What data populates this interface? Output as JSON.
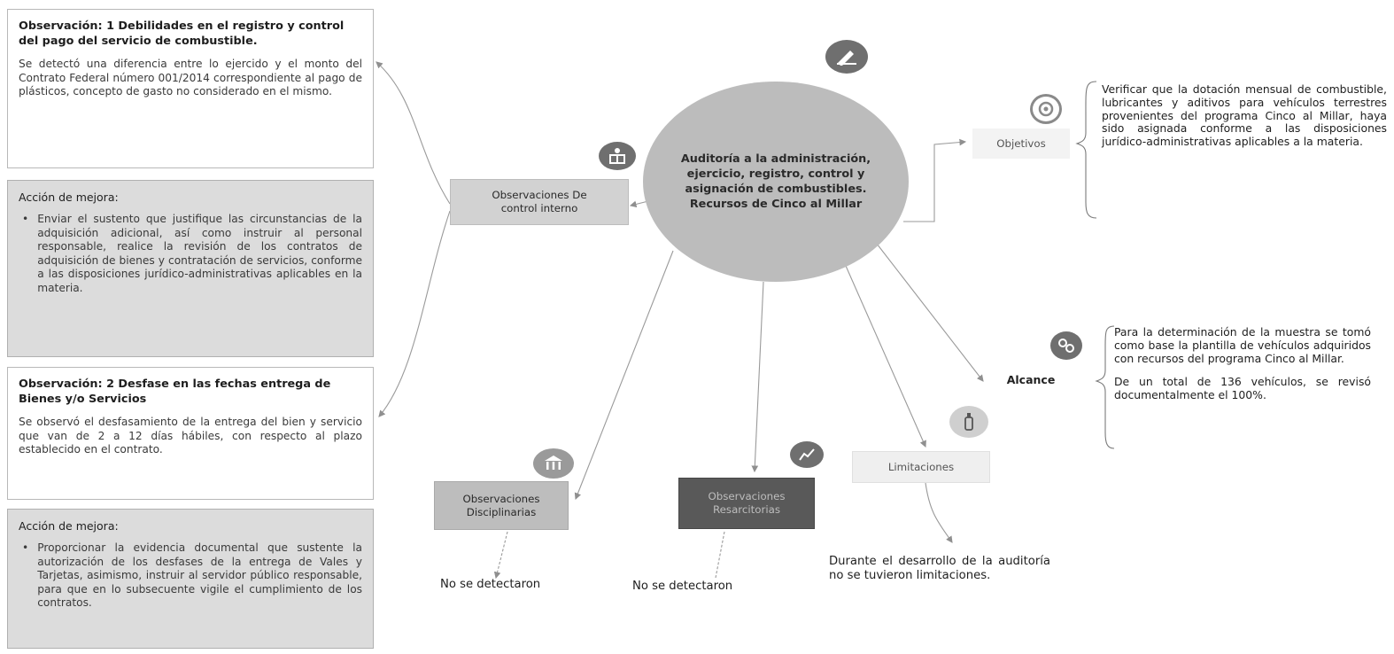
{
  "left": {
    "obs1": {
      "title": "Observación: 1 Debilidades en el registro y control del pago del servicio de combustible.",
      "body": "Se detectó una diferencia entre lo ejercido y el monto del Contrato Federal número 001/2014 correspondiente al pago de plásticos, concepto de gasto no considerado en el mismo."
    },
    "accion1": {
      "title": "Acción de mejora:",
      "bullet": "Enviar el sustento que justifique las circunstancias de la adquisición adicional, así como instruir al personal responsable, realice la revisión de los contratos de adquisición de bienes y contratación de servicios, conforme a las disposiciones jurídico-administrativas aplicables en la materia."
    },
    "obs2": {
      "title": "Observación: 2 Desfase en las fechas entrega de Bienes y/o Servicios",
      "body": "Se observó el desfasamiento de la entrega del bien y servicio que van de 2 a 12 días hábiles, con respecto al plazo establecido en el contrato."
    },
    "accion2": {
      "title": "Acción de mejora:",
      "bullet": "Proporcionar la evidencia documental que sustente la autorización de los desfases de la entrega de Vales y Tarjetas, asimismo, instruir al servidor público responsable, para que en lo subsecuente vigile el cumplimiento de los contratos."
    },
    "bullet_char": "•"
  },
  "center": {
    "title": "Auditoría a la administración, ejercicio, registro, control y asignación de combustibles. Recursos de Cinco al Millar"
  },
  "nodes": {
    "control_interno": "Observaciones De control interno",
    "disciplinarias": "Observaciones Disciplinarias",
    "resarcitorias": "Observaciones Resarcitorias",
    "limitaciones": "Limitaciones",
    "objetivos": "Objetivos",
    "alcance": "Alcance"
  },
  "details": {
    "objetivos": "Verificar que la dotación mensual de combustible, lubricantes y aditivos para vehículos terrestres provenientes del programa Cinco al Millar, haya sido asignada conforme a las disposiciones jurídico-administrativas aplicables a la materia.",
    "alcance_1": "Para la determinación de la muestra se tomó como base la plantilla de vehículos adquiridos con recursos del programa Cinco al Millar.",
    "alcance_2": "De un total de 136 vehículos, se revisó documentalmente el 100%.",
    "disciplinarias_result": "No se detectaron",
    "resarcitorias_result": "No se detectaron",
    "limitaciones_result": "Durante el desarrollo de la auditoría no se tuvieron limitaciones."
  },
  "icons": {
    "center": "pen-writing-icon",
    "control_interno": "building-icon",
    "disciplinarias": "courthouse-icon",
    "resarcitorias": "chart-money-icon",
    "limitaciones": "bottle-icon",
    "objetivos": "target-icon",
    "alcance": "gears-icon"
  },
  "colors": {
    "panel_grey": "#dcdcdc",
    "center_ellipse": "#bcbcbc",
    "resarcitorias_fill": "#595959",
    "disciplinarias_fill": "#bdbdbd",
    "control_fill": "#d2d2d2",
    "connector": "#8f8f8f"
  }
}
